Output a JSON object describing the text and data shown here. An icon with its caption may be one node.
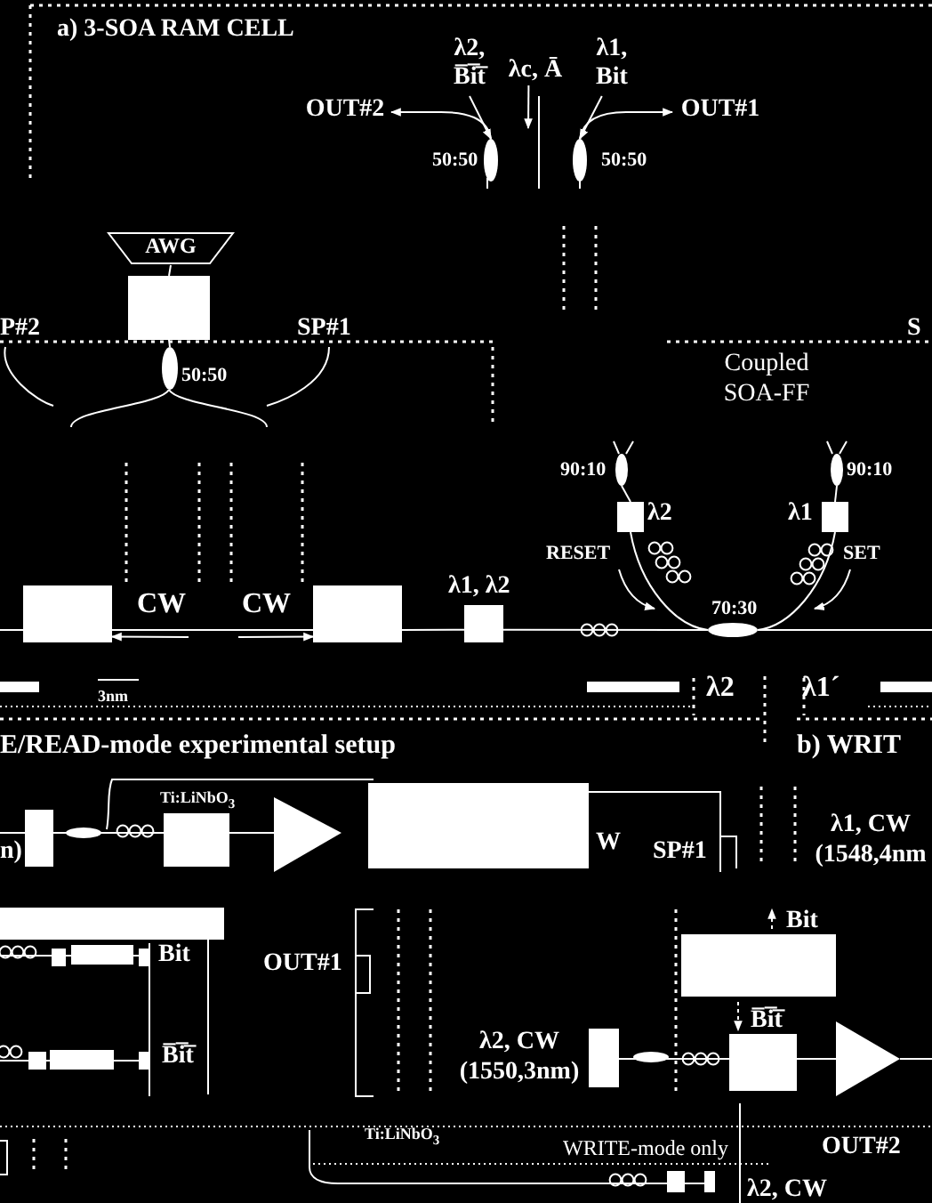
{
  "diagram": {
    "nodes": [
      {
        "text": [
          "OUT#2"
        ]
      },
      {
        "text": [],
        "shape": "ellipse",
        "beside": [
          "50:50"
        ]
      },
      {
        "text": [
          "OUT#1"
        ]
      },
      {
        "text": [],
        "shape": "ellipse",
        "beside": [
          "50:50"
        ]
      },
      {
        "text": [
          "AWG"
        ]
      },
      {
        "text": [],
        "shape": "box"
      },
      {
        "text": [],
        "shape": "ellipse",
        "beside": [
          "50:50"
        ]
      },
      {
        "text": [],
        "shape": "box",
        "beside": [
          "λ2"
        ]
      },
      {
        "text": [],
        "shape": "box",
        "beside": [
          "λ1"
        ]
      },
      {
        "text": [],
        "shape": "ellipse",
        "beside": [
          "70:30"
        ]
      },
      {
        "text": [],
        "shape": "box",
        "beside": [
          "λ1, λ2"
        ]
      },
      {
        "text": [],
        "shape": "box"
      },
      {
        "text": [],
        "shape": "box"
      },
      {
        "text": [
          "λ2, B̅i̅t̅"
        ]
      },
      {
        "text": [
          "λc, Ā"
        ]
      },
      {
        "text": [
          "λ1, Bit"
        ]
      },
      {
        "text": [],
        "shape": "ellipse",
        "beside": [
          "90:10"
        ]
      },
      {
        "text": [],
        "shape": "ellipse",
        "beside": [
          "90:10"
        ]
      }
    ],
    "edges": [
      {
        "from": 1,
        "to": 0,
        "arrow": "to"
      },
      {
        "from": 3,
        "to": 2,
        "arrow": "to"
      },
      {
        "from": 13,
        "to": 1,
        "arrow": "to"
      },
      {
        "from": 14,
        "to": null,
        "arrow": "to"
      },
      {
        "from": 15,
        "to": 3,
        "arrow": "to"
      },
      {
        "from": 4,
        "to": 5,
        "arrow": "none"
      },
      {
        "from": 5,
        "to": 6,
        "arrow": "none"
      },
      {
        "from": 16,
        "to": 7,
        "arrow": "none"
      },
      {
        "from": 17,
        "to": 8,
        "arrow": "none"
      },
      {
        "from": 7,
        "to": 9,
        "arrow": "none"
      },
      {
        "from": 8,
        "to": 9,
        "arrow": "none"
      },
      {
        "from": 12,
        "to": 10,
        "arrow": "none"
      },
      {
        "from": 10,
        "to": 9,
        "arrow": "none"
      },
      {
        "from": null,
        "to": 11,
        "arrow": "to",
        "label": "CW"
      },
      {
        "from": null,
        "to": 12,
        "arrow": "to",
        "label": "CW"
      },
      {
        "from": 11,
        "to": 12,
        "arrow": "none"
      }
    ],
    "labels": [
      "a) 3-SOA RAM CELL",
      "P#2",
      "SP#1",
      "S",
      "Coupled SOA-FF",
      "RESET",
      "SET",
      "3nm",
      "λ2",
      "λ1´",
      "E/READ-mode experimental setup",
      "b) WRIT",
      "Ti:LiNbO$_{3}$",
      "n)",
      "W",
      "SP#1",
      "λ1, CW (1548,4nm",
      "Bit",
      "B̅i̅t̅",
      "OUT#1",
      "Bit",
      "B̅i̅t̅",
      "λ2, CW (1550,3nm)",
      "Ti:LiNbO$_{3}$",
      "WRITE-mode only",
      "OUT#2",
      "λ2, CW"
    ]
  }
}
